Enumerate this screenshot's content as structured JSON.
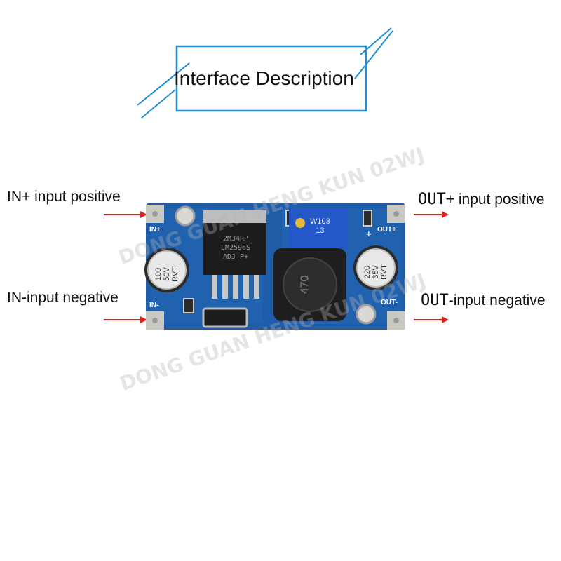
{
  "title": "Interface Description",
  "labels": {
    "in_pos": "IN+ input positive",
    "in_neg": "IN-input negative",
    "out_pos_prefix": "OUT",
    "out_pos_rest": "+ input positive",
    "out_neg_prefix": "OUT",
    "out_neg_rest": "-input negative"
  },
  "board": {
    "pad_in_pos": "IN+",
    "pad_in_neg": "IN-",
    "pad_out_pos": "OUT+",
    "pad_out_neg": "OUT-",
    "plus_mark": "+",
    "chip_line1": "2M34RP",
    "chip_line2": "LM2596S",
    "chip_line3": "ADJ P+",
    "cap_in_line1": "100",
    "cap_in_line2": "50V",
    "cap_in_line3": "RVT",
    "cap_out_line1": "220",
    "cap_out_line2": "35V",
    "cap_out_line3": "RVT",
    "trimmer_line1": "W103",
    "trimmer_line2": "13",
    "inductor": "470"
  },
  "watermarks": [
    "DONG GUAN HENG KUN 02WJ",
    "DONG GUAN HENG KUN 02WJ"
  ],
  "colors": {
    "accent": "#1e8fd6",
    "arrow": "#e02020",
    "pcb": "#1f5da8",
    "pcb_dark": "#17407a",
    "pad": "#c9c9c4",
    "trimmer": "#2457c8"
  }
}
